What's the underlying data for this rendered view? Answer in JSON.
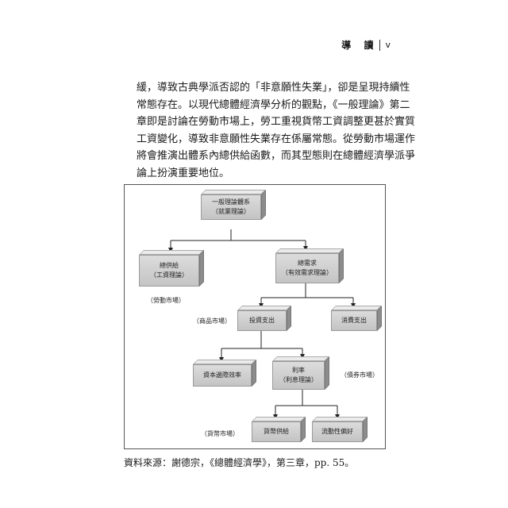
{
  "header": {
    "section_title": "導 讀",
    "page_number": "v"
  },
  "body_text": [
    "緩，導致古典學派否認的「非意願性失業」，卻是呈現持續性",
    "常態存在。以現代總體經濟學分析的觀點，《一般理論》第二",
    "章即是討論在勞動市場上，勞工重視貨幣工資調整更甚於實質",
    "工資變化，導致非意願性失業存在係屬常態。從勞動市場運作",
    "將會推演出體系內總供給函數，而其型態則在總體經濟學派爭",
    "論上扮演重要地位。"
  ],
  "diagram": {
    "general_theory": {
      "line1": "一般理論體系",
      "line2": "（就業理論）"
    },
    "aggregate_supply": {
      "line1": "總供給",
      "line2": "（工資理論）"
    },
    "aggregate_demand": {
      "line1": "總需求",
      "line2": "（有效需求理論）"
    },
    "labor_market": "（勞動市場）",
    "investment": {
      "line1": "投資支出"
    },
    "consumption": {
      "line1": "消費支出"
    },
    "goods_market": "（商品市場）",
    "mec": {
      "line1": "資本邊際效率"
    },
    "interest_rate": {
      "line1": "利率",
      "line2": "（利息理論）"
    },
    "bond_market": "（債券市場）",
    "money_supply": {
      "line1": "貨幣供給"
    },
    "liquidity_preference": {
      "line1": "流動性偏好"
    },
    "money_market": "（貨幣市場）"
  },
  "caption": "資料來源：謝德宗，《總體經濟學》，第三章，pp. 55。"
}
